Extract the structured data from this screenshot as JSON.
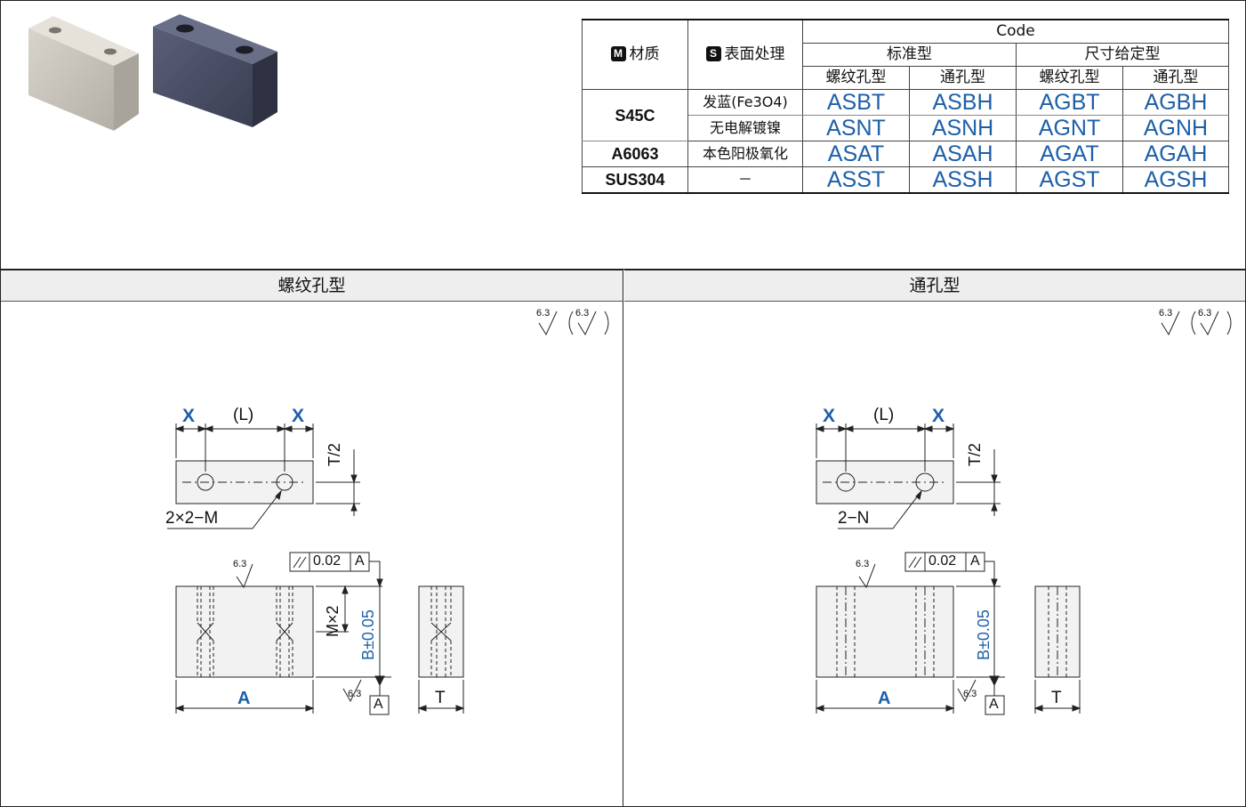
{
  "spec_table": {
    "header": {
      "material_badge": "M",
      "material": "材质",
      "surface_badge": "S",
      "surface": "表面处理",
      "code": "Code",
      "standard": "标准型",
      "size_specified": "尺寸给定型",
      "tapped": "螺纹孔型",
      "through": "通孔型"
    },
    "rows": [
      {
        "material": "S45C",
        "surface": "发蓝(Fe3O4)",
        "codes": [
          "ASBT",
          "ASBH",
          "AGBT",
          "AGBH"
        ]
      },
      {
        "material": "",
        "surface": "无电解镀镍",
        "codes": [
          "ASNT",
          "ASNH",
          "AGNT",
          "AGNH"
        ]
      },
      {
        "material": "A6063",
        "surface": "本色阳极氧化",
        "codes": [
          "ASAT",
          "ASAH",
          "AGAT",
          "AGAH"
        ]
      },
      {
        "material": "SUS304",
        "surface": "－",
        "codes": [
          "ASST",
          "ASSH",
          "AGST",
          "AGSH"
        ]
      }
    ]
  },
  "panels": {
    "left": {
      "title": "螺纹孔型",
      "roughness": "6.3",
      "dims": {
        "x": "X",
        "l": "(L)",
        "t2": "T/2",
        "holes": "2×2−M",
        "flatness": "0.02",
        "datum": "A",
        "depth": "M×2",
        "b": "B±0.05",
        "a": "A",
        "t": "T",
        "rough": "6.3"
      }
    },
    "right": {
      "title": "通孔型",
      "roughness": "6.3",
      "dims": {
        "x": "X",
        "l": "(L)",
        "t2": "T/2",
        "holes": "2−N",
        "flatness": "0.02",
        "datum": "A",
        "b": "B±0.05",
        "a": "A",
        "t": "T",
        "rough": "6.3"
      }
    }
  },
  "colors": {
    "accent_blue": "#1d5fa8",
    "code_blue": "#1d5fa8",
    "header_bg": "#eeeeee"
  }
}
